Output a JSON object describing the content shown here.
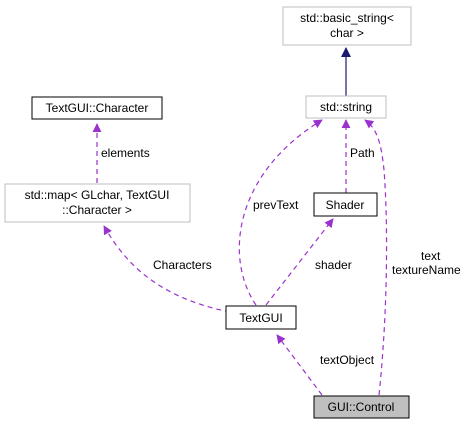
{
  "nodes": {
    "basic_string": {
      "line1": "std::basic_string<",
      "line2": "char >",
      "style": "gray-border"
    },
    "std_string": {
      "label": "std::string",
      "style": "gray-border"
    },
    "character": {
      "label": "TextGUI::Character",
      "style": "black-border"
    },
    "map": {
      "line1": "std::map< GLchar, TextGUI",
      "line2": "::Character >",
      "style": "gray-border"
    },
    "shader": {
      "label": "Shader",
      "style": "black-border"
    },
    "textgui": {
      "label": "TextGUI",
      "style": "black-border"
    },
    "control": {
      "label": "GUI::Control",
      "style": "gray-fill-black-border"
    }
  },
  "edges": {
    "inheritance": {
      "from": "std::string",
      "to": "std::basic_string< char >",
      "color": "#191970"
    },
    "elements": {
      "label": "elements",
      "from": "std::map< GLchar, TextGUI ::Character >",
      "to": "TextGUI::Character"
    },
    "path": {
      "label": "Path",
      "from": "Shader",
      "to": "std::string"
    },
    "prevText": {
      "label": "prevText",
      "from": "TextGUI",
      "to": "std::string"
    },
    "characters": {
      "label": "Characters",
      "from": "TextGUI",
      "to": "std::map< GLchar, TextGUI ::Character >"
    },
    "shader": {
      "label": "shader",
      "from": "TextGUI",
      "to": "Shader"
    },
    "textObject": {
      "label": "textObject",
      "from": "GUI::Control",
      "to": "TextGUI"
    },
    "text_textureName": {
      "label_line1": "text",
      "label_line2": "textureName",
      "from": "GUI::Control",
      "to": "std::string"
    }
  },
  "colors": {
    "usage_edge": "#9a32cd",
    "inheritance_edge": "#191970",
    "gray_border": "#bfbfbf",
    "black_border": "#000000",
    "highlight_fill": "#bfbfbf"
  }
}
